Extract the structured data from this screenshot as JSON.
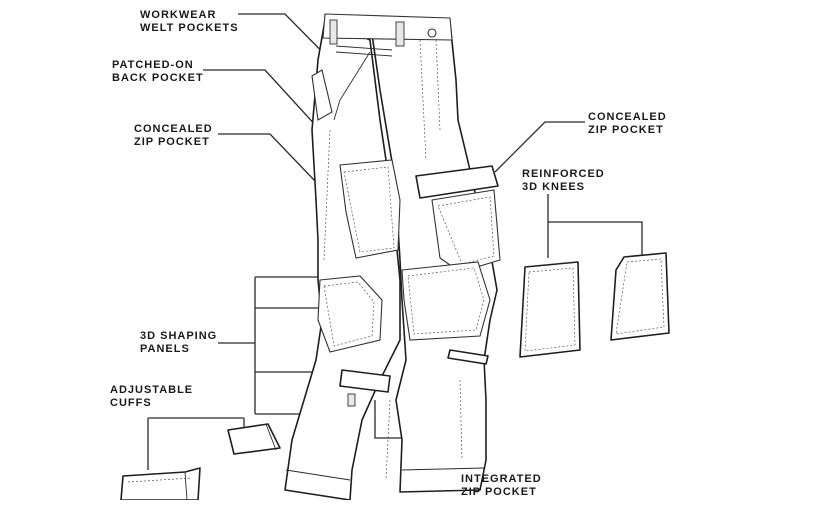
{
  "callouts": {
    "workwear_welt_pockets": [
      "WORKWEAR",
      "WELT POCKETS"
    ],
    "patched_on_back_pocket": [
      "PATCHED-ON",
      "BACK POCKET"
    ],
    "concealed_zip_pocket_left": [
      "CONCEALED",
      "ZIP POCKET"
    ],
    "concealed_zip_pocket_right": [
      "CONCEALED",
      "ZIP POCKET"
    ],
    "reinforced_3d_knees": [
      "REINFORCED",
      "3D KNEES"
    ],
    "shaping_panels_3d": [
      "3D SHAPING",
      "PANELS"
    ],
    "adjustable_cuffs": [
      "ADJUSTABLE",
      "CUFFS"
    ],
    "integrated_zip_pocket": [
      "INTEGRATED",
      "ZIP POCKET"
    ]
  }
}
